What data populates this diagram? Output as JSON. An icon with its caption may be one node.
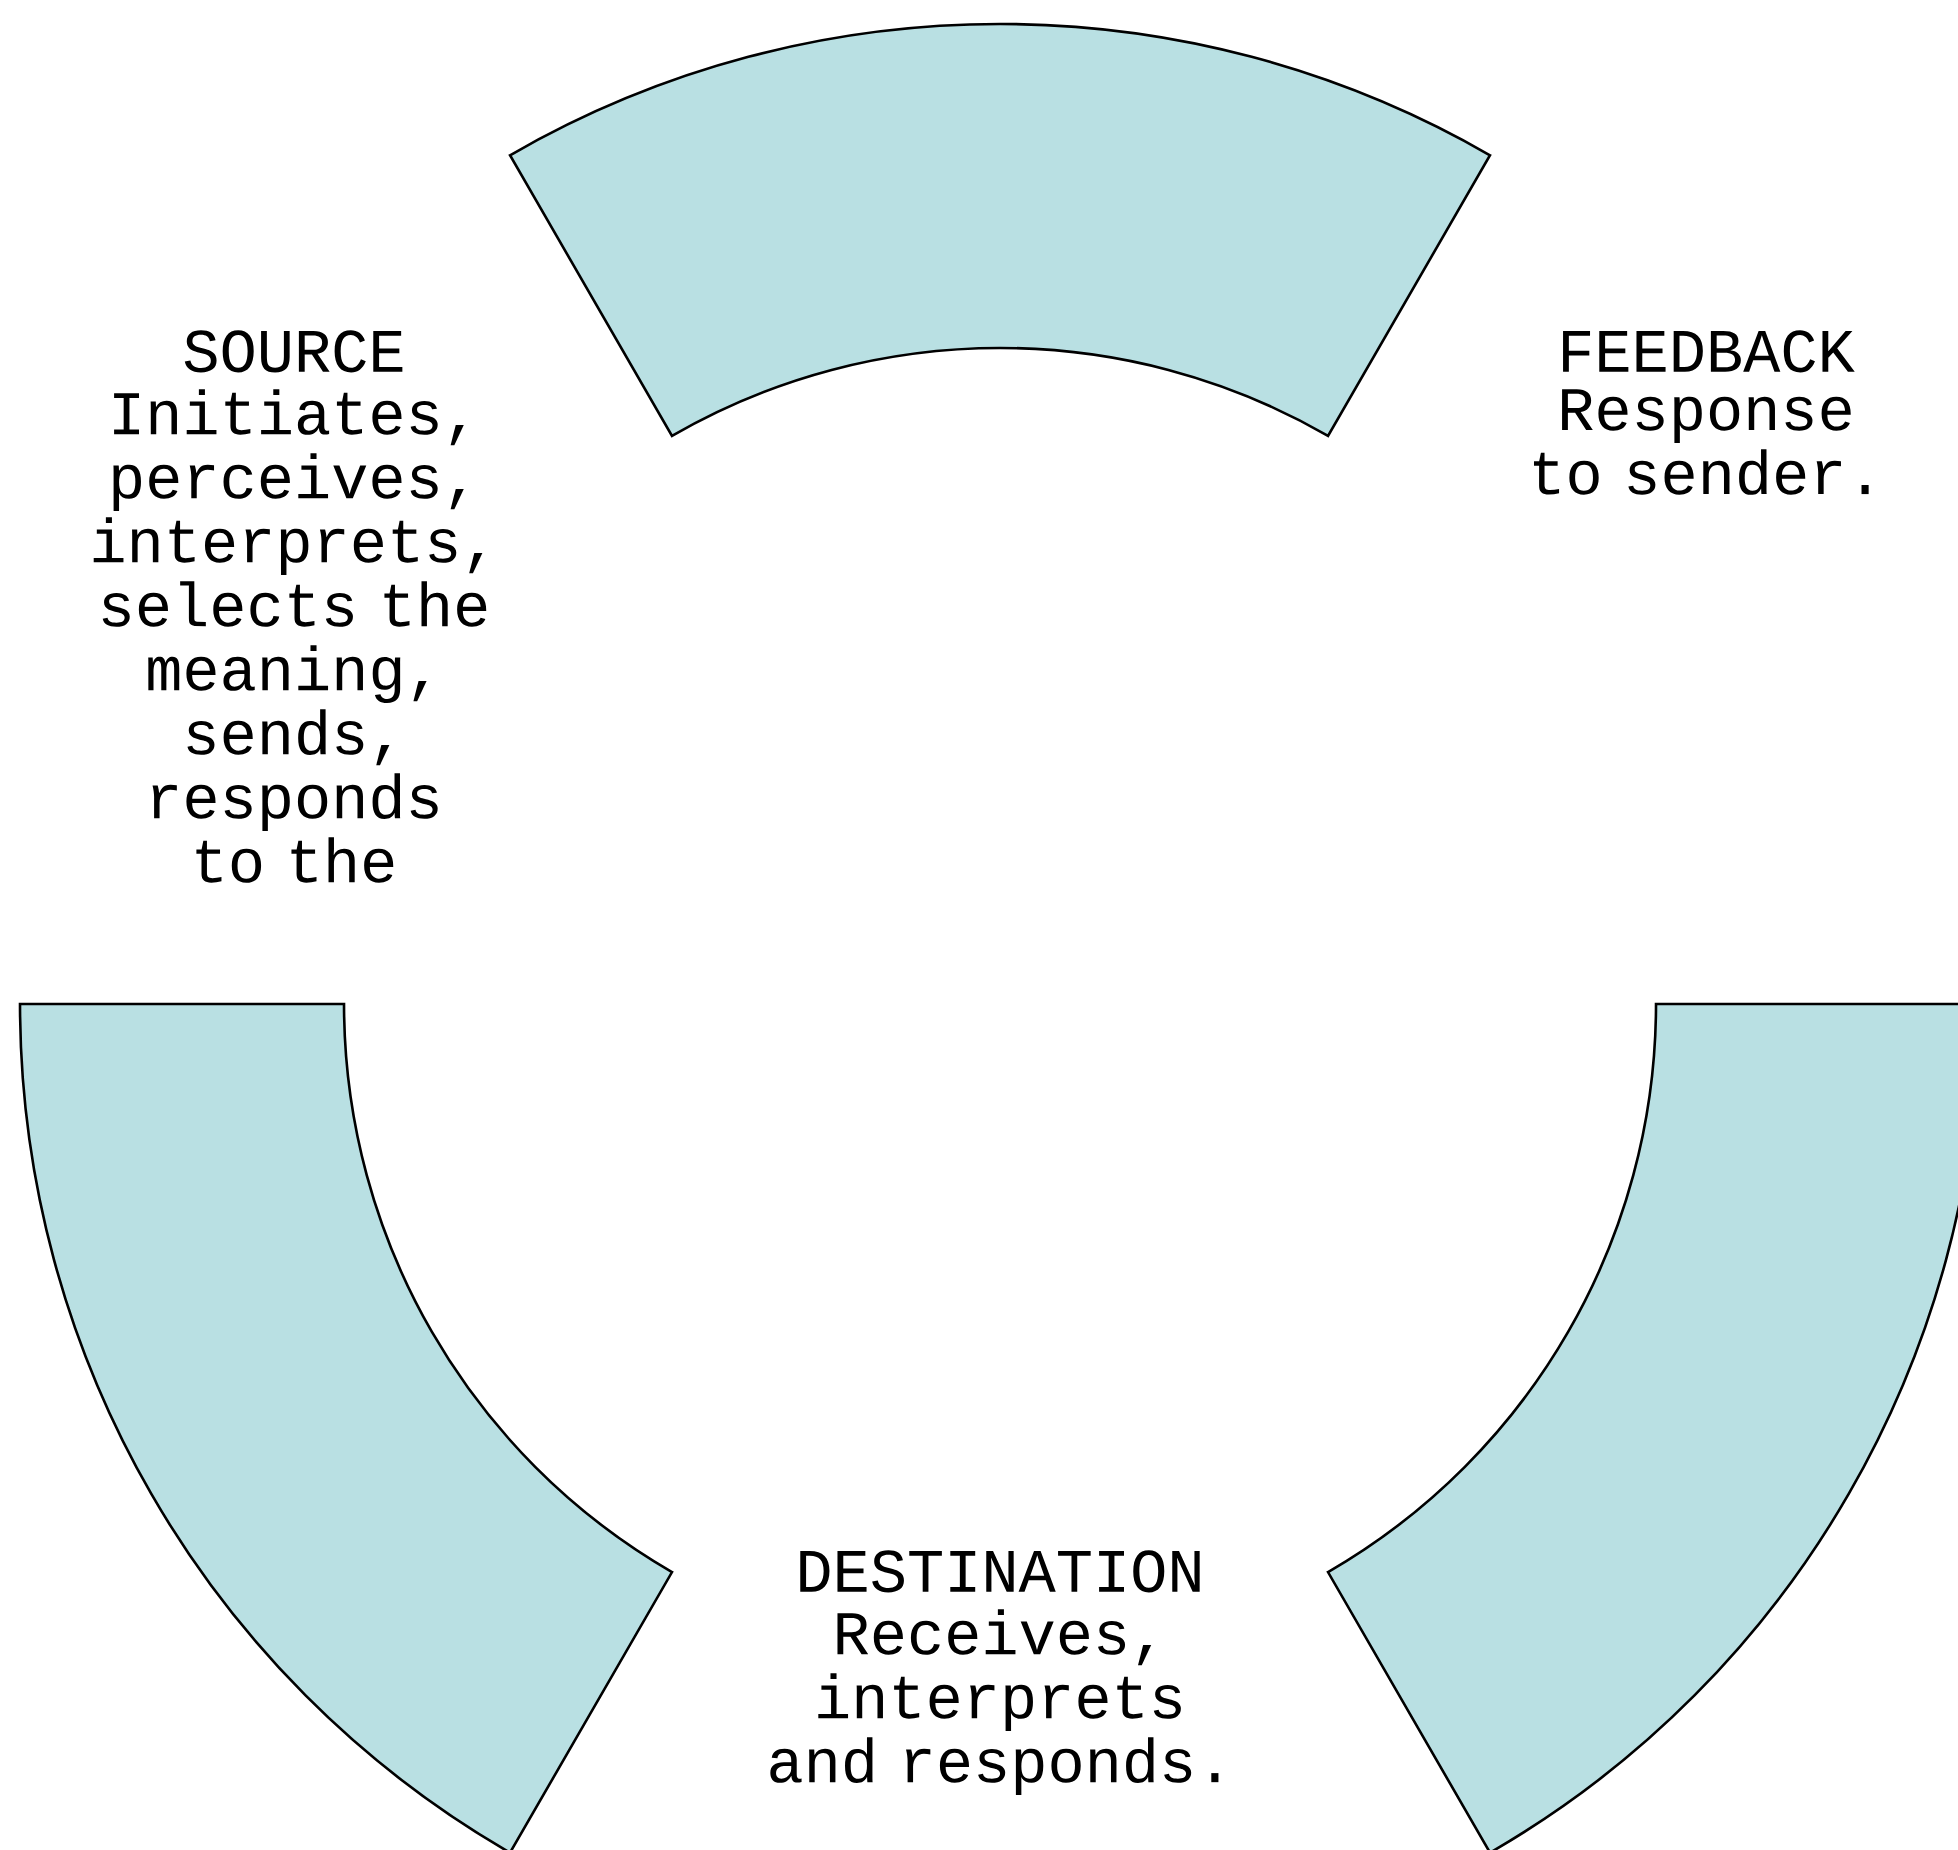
{
  "diagram": {
    "nodes": [
      {
        "text": [],
        "shape": "band"
      },
      {
        "text": [],
        "shape": "band"
      },
      {
        "text": [],
        "shape": "band"
      }
    ],
    "labels": [
      "SOURCE",
      "Initiates, perceives, interprets, selects the meaning, sends, responds to the",
      "FEEDBACK",
      "Response to sender.",
      "DESTINATION",
      "Receives, interprets and responds."
    ]
  }
}
